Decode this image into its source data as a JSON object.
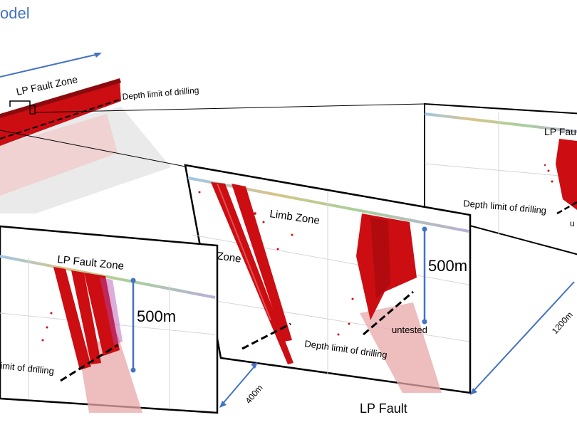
{
  "title": "odel",
  "labels": {
    "lp_fault_zone": "LP Fault Zone",
    "depth_limit": "Depth limit of drilling",
    "limb_zone": "Limb Zone",
    "hinge_zone": "Hinge Zone",
    "untested": "untested",
    "lp_fault_partial": "LP Fau",
    "u_partial": "u",
    "limit_partial": "imit of drilling",
    "lp_fault": "LP Fault"
  },
  "dimensions": {
    "vertical_scale": "500m",
    "spacing": "400m",
    "length": "1200m"
  },
  "colors": {
    "accent_blue": "#4472c4",
    "orebody_red": "#cc0d12",
    "pale_red": "#e8a7a7",
    "frame_black": "#000000"
  }
}
